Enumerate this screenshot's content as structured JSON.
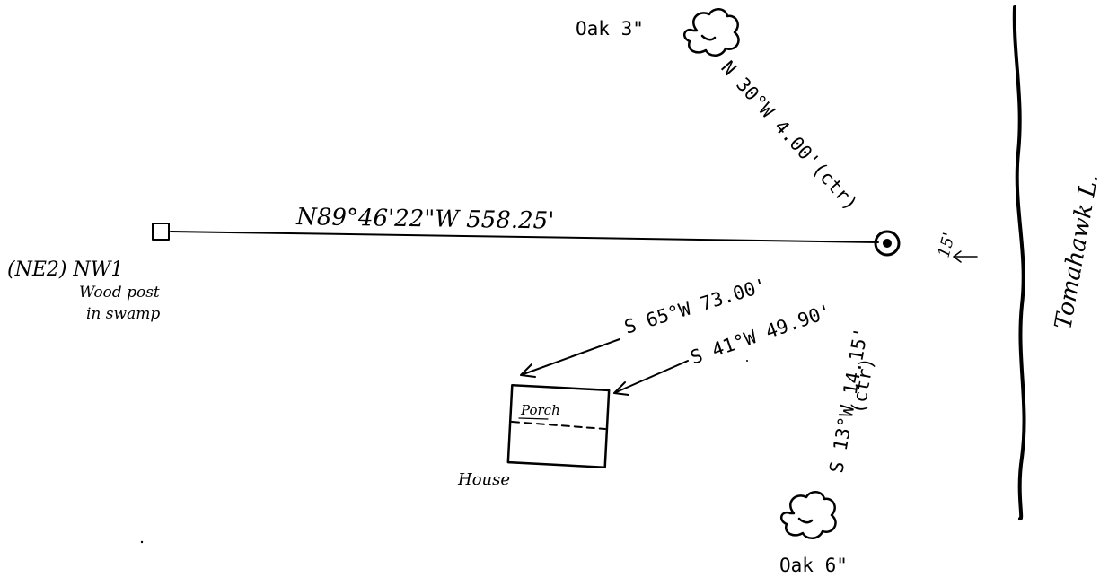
{
  "trees": {
    "north": {
      "label": "Oak 3\""
    },
    "south": {
      "label": "Oak 6\""
    }
  },
  "main_line": {
    "bearing": "N89°46'22\"W 558.25'"
  },
  "ties": {
    "to_north_oak": "N 30°W 4.00'(ctr)",
    "to_house_corner_a": "S 65°W 73.00'",
    "to_house_corner_b": "S 41°W 49.90'",
    "to_south_oak_line1": "S 13°W 14.15'",
    "to_south_oak_line2": "(ctr)"
  },
  "monument": {
    "line1": "(NE2) NW1",
    "line2": "Wood post",
    "line3": "in swamp"
  },
  "house": {
    "porch_label": "Porch",
    "label": "House"
  },
  "lake": {
    "label": "Tomahawk L.",
    "offset": "15'"
  }
}
